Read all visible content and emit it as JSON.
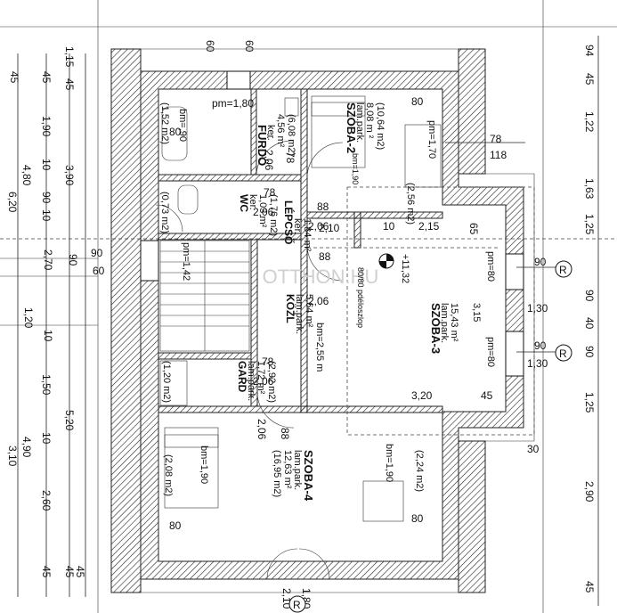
{
  "rooms": {
    "furdo": {
      "name": "FÜRDŐ",
      "floor": "ker.",
      "area": "4,56 m²",
      "area_full": "(6,08 m2)"
    },
    "wc": {
      "name": "WC",
      "floor": "ker.",
      "area": "1,03 m²",
      "area_full": "(1,76 m2)"
    },
    "lepcso": {
      "name": "LÉPCSŐ",
      "floor": "ker.",
      "area": "1,84 m²"
    },
    "kozl": {
      "name": "KÖZL",
      "floor": "lam.park.",
      "area": "5,64 m²"
    },
    "gard": {
      "name": "GARD",
      "floor": "lam.park.",
      "area": "1,72 m²",
      "area_full": "(2,92 m2)"
    },
    "szoba2": {
      "name": "SZOBA-2",
      "floor": "lam.park.",
      "area": "8,08 m ²",
      "area_full": "(10,64 m2)"
    },
    "szoba3": {
      "name": "SZOBA-3",
      "floor": "lam.park.",
      "area": "15,43 m²"
    },
    "szoba4": {
      "name": "SZOBA-4",
      "floor": "lam.park.",
      "area": "12,63 m²",
      "area_full": "(16,95 m2)"
    }
  },
  "inner_labels": {
    "pm180": "pm=1,80",
    "bm90_a": "bm=,90",
    "a152": "(1,52 m2)",
    "a073": "(0,73 m2)",
    "pm170": "pm=1,70",
    "bm190_a": "bm=1,90",
    "a256": "(2,56 m2)",
    "pm142": "pm=1,42",
    "bm255": "bm=2,55 m",
    "pillar": "80/80 pdéloszlop",
    "level": "+11,32",
    "pm80_a": "pm=80",
    "pm80_b": "pm=80",
    "v315": "3,15",
    "a120": "(1,20 m2)",
    "bm190_b": "bm=1,90",
    "a208": "(2,08 m2)",
    "bm190_c": "bm=1,90",
    "a224": "(2,24 m2)"
  },
  "dims": {
    "d60a": "60",
    "d60b": "60",
    "d80a": "80",
    "d80b": "80",
    "d78a": "78",
    "d78b": "78",
    "d78c": "78",
    "d206a": "2,06",
    "d206b": "2,06",
    "d206c": "2,06",
    "d206d": "2,06",
    "d206e": "2,06",
    "d206f": "2,06",
    "d88a": "88",
    "d88b": "88",
    "d88c": "88",
    "d210a": "2,10",
    "d215": "2,15",
    "d10": "10",
    "d65": "65",
    "d45": "45",
    "d320": "3,20",
    "d80c": "80",
    "d80d": "80",
    "d80e": "80",
    "d78r": "78",
    "d118": "118",
    "d90a": "90",
    "d90b": "90",
    "d130a": "1,30",
    "d130b": "1,30",
    "d30": "30",
    "d210b": "2,10",
    "d180": "1,80",
    "l115": "1,15",
    "l45a": "45",
    "l45b": "45",
    "l190": "1,90",
    "l10a": "10",
    "l90a": "90",
    "l480": "4,80",
    "l390": "3,90",
    "l620": "6,20",
    "l10b": "10",
    "l270": "2,70",
    "l90b": "90",
    "l90c": "90",
    "l60": "60",
    "l120": "1,20",
    "l10c": "10",
    "l45c": "45",
    "l150": "1,50",
    "l10d": "10",
    "l520": "5,20",
    "l490": "4,90",
    "l260": "2,60",
    "l310": "3,10",
    "l45d": "45",
    "l45e": "45",
    "l45f": "45",
    "r94": "94",
    "r45a": "45",
    "r122": "1,22",
    "r163": "1,63",
    "r125a": "1,25",
    "r90a": "90",
    "r40": "40",
    "r90b": "90",
    "r125b": "1,25",
    "r290": "2,90",
    "r45b": "45"
  },
  "markers": {
    "r1": "R",
    "r2": "R",
    "r3": "R"
  },
  "watermark": "OTTHON.HU",
  "colors": {
    "line": "#111111",
    "hatch": "#222222"
  }
}
